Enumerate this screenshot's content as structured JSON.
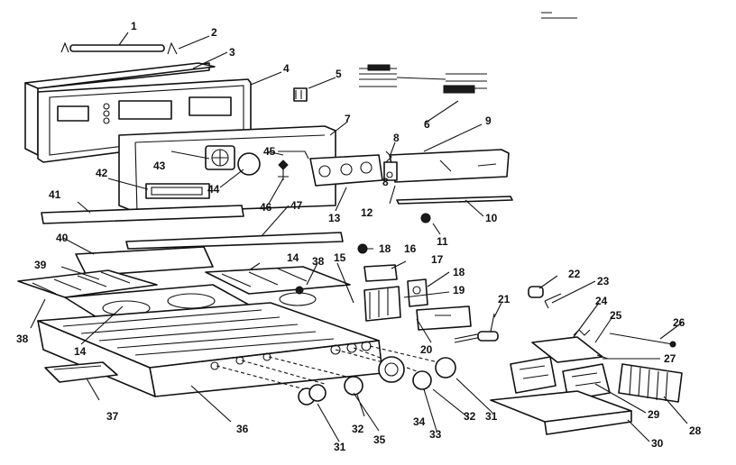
{
  "diagram": {
    "callouts": [
      "1",
      "2",
      "3",
      "4",
      "5",
      "6",
      "7",
      "8",
      "9",
      "10",
      "11",
      "12",
      "13",
      "14",
      "15",
      "16",
      "17",
      "18",
      "19",
      "20",
      "21",
      "22",
      "23",
      "24",
      "25",
      "26",
      "27",
      "28",
      "29",
      "30",
      "31",
      "32",
      "33",
      "34",
      "35",
      "36",
      "37",
      "38",
      "39",
      "40",
      "41",
      "42",
      "43",
      "44",
      "45",
      "46",
      "47"
    ],
    "extra_callouts": [
      "8",
      "14",
      "18",
      "31",
      "32",
      "38"
    ]
  }
}
